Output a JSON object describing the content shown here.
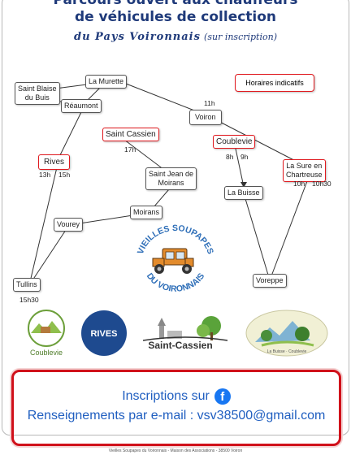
{
  "header": {
    "line1": "Parcours ouvert aux chauffeurs",
    "line2": "de véhicules de collection",
    "fancy": "du  Pays  Voironnais",
    "suffix": "(sur inscription)"
  },
  "legend": "Horaires indicatifs",
  "places": {
    "saint_blaise": [
      "Saint Blaise",
      "du Buis"
    ],
    "la_murette": "La Murette",
    "reaumont": "Réaumont",
    "voiron": "Voiron",
    "saint_cassien": "Saint Cassien",
    "coublevie": "Coublevie",
    "rives": "Rives",
    "saint_jean": [
      "Saint Jean de",
      "Moirans"
    ],
    "la_buisse": "La Buisse",
    "la_sure": [
      "La Sure en",
      "Chartreuse"
    ],
    "vourey": "Vourey",
    "moirans": "Moirans",
    "tullins": "Tullins",
    "voreppe": "Voreppe"
  },
  "times": {
    "voiron": "11h",
    "saint_cassien": "17h",
    "coublevie_a": "8h",
    "coublevie_b": "9h",
    "rives_a": "13h",
    "rives_b": "15h",
    "la_sure_a": "10h",
    "la_sure_b": "10h30",
    "tullins": "15h30"
  },
  "center_logo": {
    "top": "VIEILLES SOUPAPES",
    "bottom": "DU VOIRONNAIS"
  },
  "logos": {
    "coublevie": "Coublevie",
    "rives": "RIVES",
    "saint_cassien": "Saint-Cassien",
    "la_buisse": "La Buisse · Coublevie"
  },
  "info": {
    "line1": "Inscriptions sur",
    "line2": "Renseignements par e-mail : vsv38500@gmail.com",
    "fb_icon": "f"
  },
  "footer": "Vieilles Soupapes du Voironnais - Maison des Associations - 38500 Voiron",
  "colors": {
    "title": "#1f3a7a",
    "accent_red": "#e0191e",
    "info_blue": "#1f5ec0"
  }
}
